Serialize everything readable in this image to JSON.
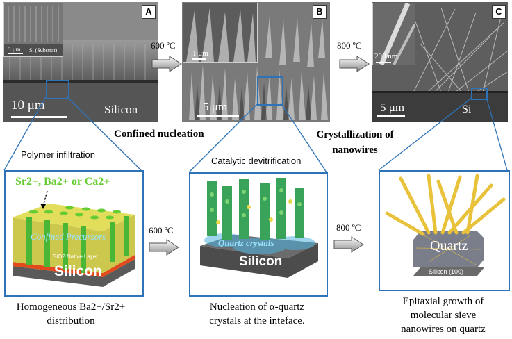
{
  "panel_a": {
    "letter": "A",
    "inset_scale": "5 μm",
    "inset_caption": "Si (Substrat)",
    "scale": "10 μm",
    "material": "Silicon"
  },
  "panel_b": {
    "letter": "B",
    "inset_scale": "1 μm",
    "scale": "5 μm"
  },
  "panel_c": {
    "letter": "C",
    "inset_scale": "200 nm",
    "scale": "5 μm",
    "material": "Si"
  },
  "arrows": {
    "top_left_temp": "600 ºC",
    "top_right_temp": "800 ºC",
    "bottom_left_temp": "600 ºC",
    "bottom_right_temp": "800 ºC"
  },
  "stage_titles": {
    "confined": "Confined nucleation",
    "crystallization": "Crystallization of nanowires"
  },
  "box1": {
    "title": "Polymer infiltration",
    "cations": "Sr2+, Ba2+ or Ca2+",
    "precursor": "Confined Precursors",
    "native_layer": "SiO2 Native Layer",
    "substrate": "Silicon",
    "caption_line1": "Homogeneous Ba2+/Sr2+",
    "caption_line2": "distribution"
  },
  "box2": {
    "title": "Catalytic devitrification",
    "crystals": "Quartz crystals",
    "substrate": "Silicon",
    "caption_line1": "Nucleation of α-quartz",
    "caption_line2": "crystals at the inteface."
  },
  "box3": {
    "quartz": "Quartz",
    "substrate": "Silicon (100)",
    "caption_line1": "Epitaxial growth of",
    "caption_line2": "molecular sieve",
    "caption_line3": "nanowires on quartz"
  },
  "colors": {
    "frame_blue": "#2e73b8",
    "cation_green": "#66cc33",
    "precursor_yellow": "#d9d13a",
    "native_layer_red": "#e04a1c",
    "quartz_blue": "#4fb3e0",
    "nanowire_gold": "#e8c23a"
  }
}
